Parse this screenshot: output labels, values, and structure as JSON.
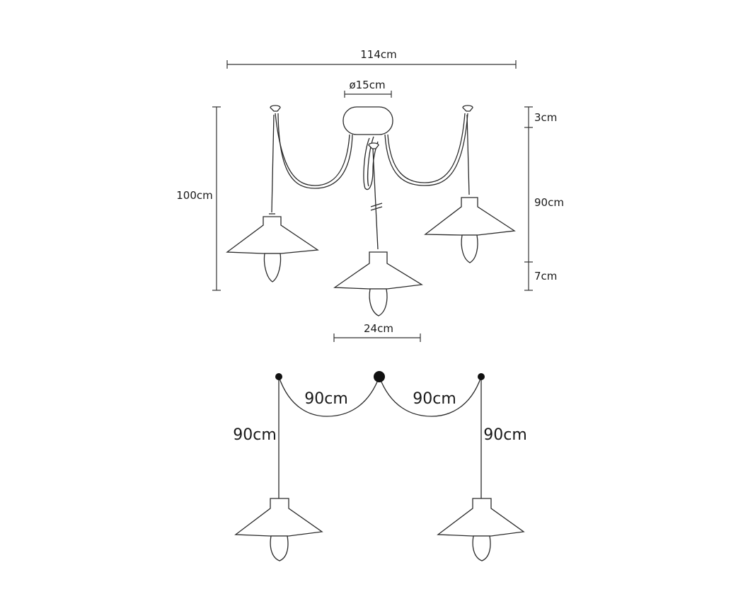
{
  "top_view": {
    "total_width": "114cm",
    "canopy_diameter": "ø15cm",
    "total_height": "100cm",
    "canopy_height": "3cm",
    "cable_length": "90cm",
    "bulb_drop": "7cm",
    "shade_diameter": "24cm"
  },
  "bottom_view": {
    "left_drop": "90cm",
    "left_swag": "90cm",
    "right_swag": "90cm",
    "right_drop": "90cm"
  }
}
